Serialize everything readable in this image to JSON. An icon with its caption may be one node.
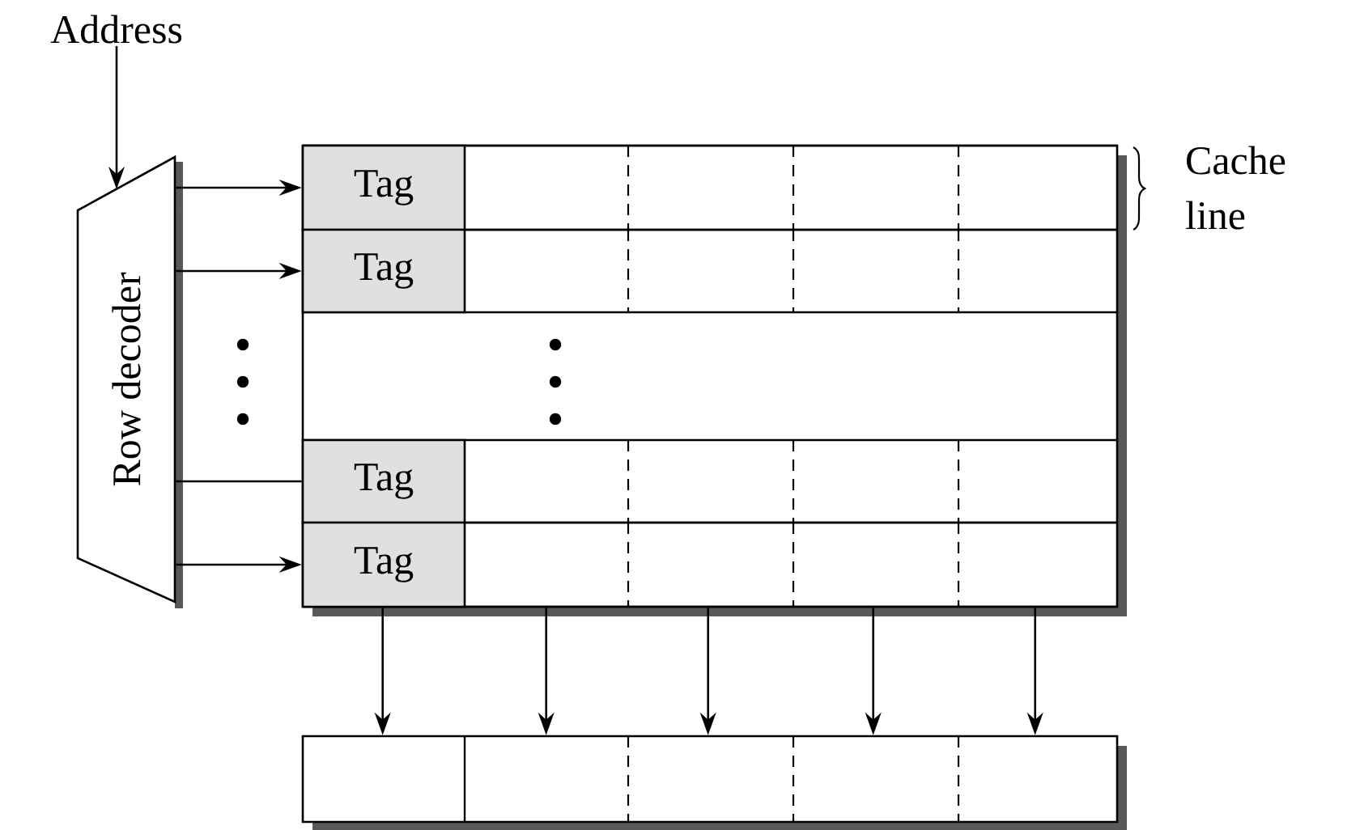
{
  "diagram": {
    "nodes": [
      {
        "text": [
          "Address"
        ]
      },
      {
        "text": [
          "Row decoder"
        ]
      },
      {
        "text": [],
        "shape": "box"
      },
      {
        "text": [
          "Tag"
        ],
        "in": 2
      },
      {
        "text": [
          "Tag"
        ],
        "in": 2
      },
      {
        "text": [
          "Tag"
        ],
        "in": 2
      },
      {
        "text": [
          "Tag"
        ],
        "in": 2
      },
      {
        "text": [],
        "shape": "box"
      }
    ],
    "edges": [
      {
        "from": 0,
        "to": 1,
        "arrow": "to"
      },
      {
        "from": 1,
        "to": 3,
        "arrow": "to"
      },
      {
        "from": 1,
        "to": 4,
        "arrow": "to"
      },
      {
        "from": 1,
        "to": 5,
        "arrow": "none"
      },
      {
        "from": 1,
        "to": 6,
        "arrow": "to"
      },
      {
        "from": 2,
        "to": 7,
        "arrow": "to"
      },
      {
        "from": 2,
        "to": 7,
        "arrow": "to"
      },
      {
        "from": 2,
        "to": 7,
        "arrow": "to"
      },
      {
        "from": 2,
        "to": 7,
        "arrow": "to"
      },
      {
        "from": 2,
        "to": 7,
        "arrow": "to"
      }
    ],
    "labels": [
      "Cache line"
    ]
  }
}
